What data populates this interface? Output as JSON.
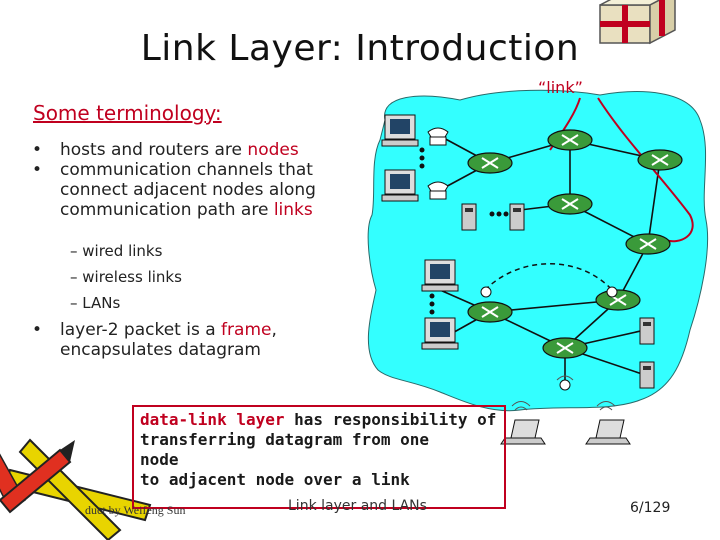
{
  "slide": {
    "title": "Link Layer: Introduction",
    "subtitle": "Some terminology:",
    "bullet1_pre": "hosts and routers are ",
    "bullet1_em": "nodes",
    "bullet2_line1": "communication channels that",
    "bullet2_line2": "connect adjacent nodes along",
    "bullet2_line3_pre": "communication path are ",
    "bullet2_em": "links",
    "sub_items": [
      "wired links",
      "wireless links",
      "LANs"
    ],
    "bullet3_pre": "layer-2 packet is a ",
    "bullet3_em": "frame",
    "bullet3_post": ",",
    "bullet3_line2": "encapsulates datagram",
    "box_line1_em": "data-link layer",
    "box_line1_rest": " has responsibility of",
    "box_line2": "transferring datagram from one",
    "box_line3": "node",
    "box_line4": "to adjacent node over a link",
    "footer_left": "duct by Weifeng Sun",
    "footer_mid": "Link layer and LANs",
    "page_number": "6/129",
    "link_callout": "“link”"
  },
  "colors": {
    "accent_red": "#c0001f",
    "network_bg": "#33ffff",
    "router_green": "#3a9a3a"
  }
}
